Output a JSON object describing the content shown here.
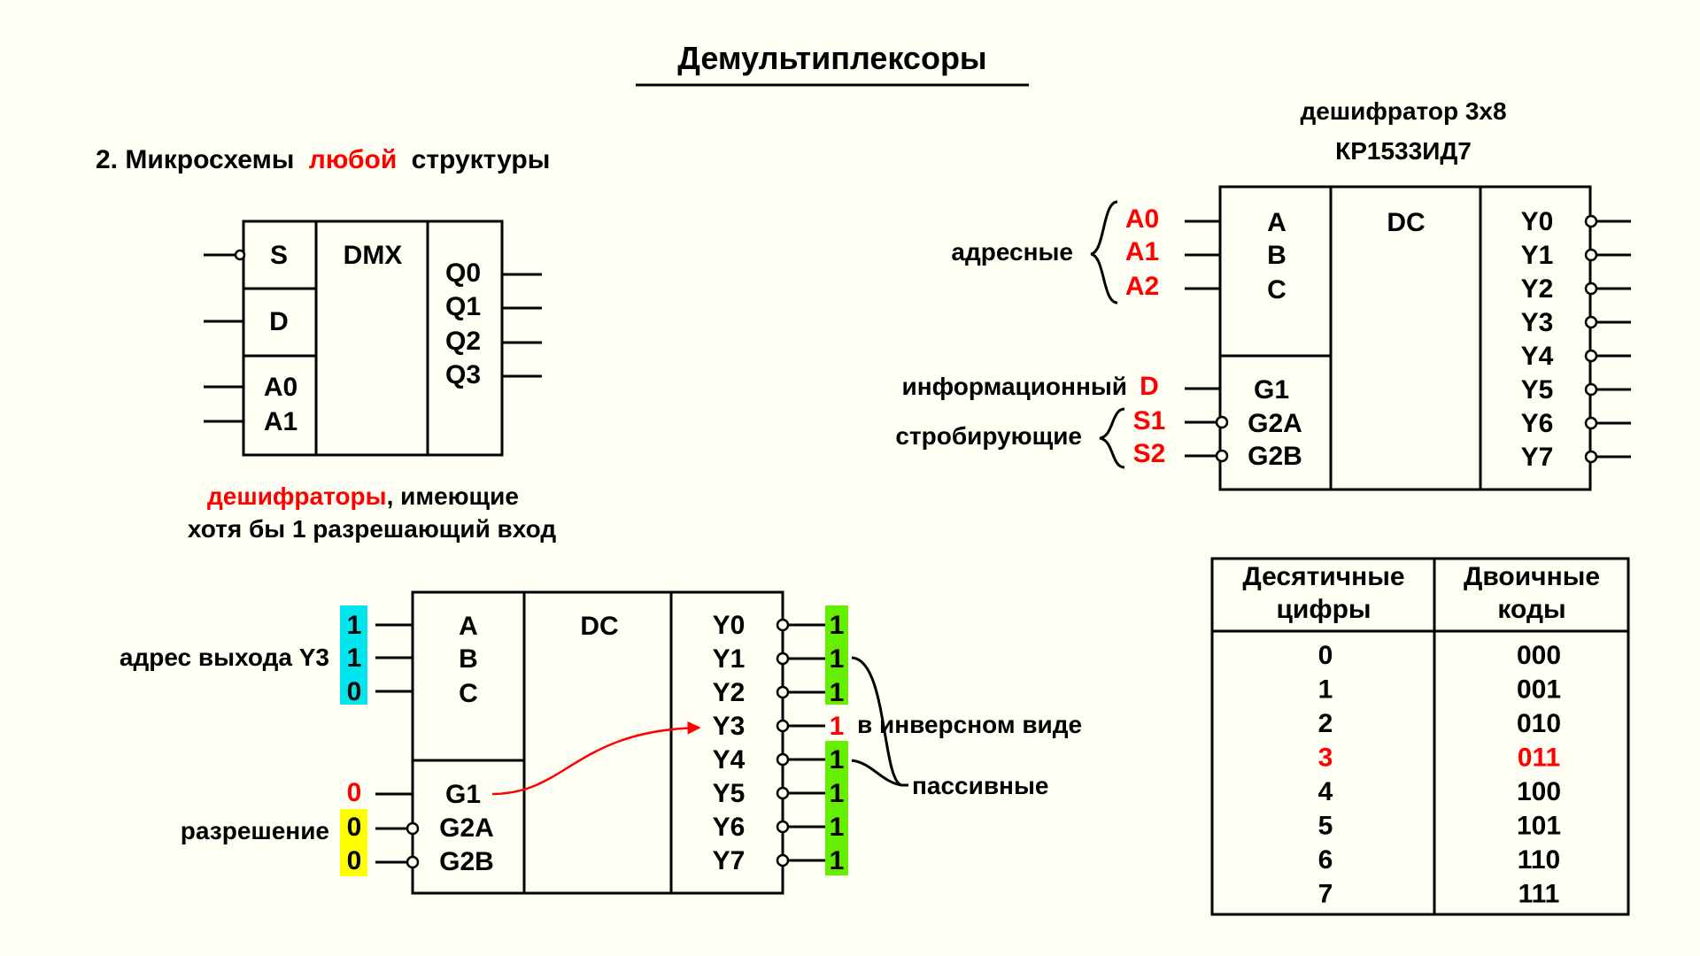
{
  "title": "Демультиплексоры",
  "section": {
    "prefix": "2. Микросхемы",
    "highlight": "любой",
    "suffix": "структуры"
  },
  "dmx": {
    "inputs": [
      "S",
      "D",
      "A0",
      "A1"
    ],
    "label": "DMX",
    "outputs": [
      "Q0",
      "Q1",
      "Q2",
      "Q3"
    ]
  },
  "note": {
    "highlight": "дешифраторы",
    "line1_rest": ",  имеющие",
    "line2": "хотя бы 1 разрешающий вход"
  },
  "chip": {
    "caption1": "дешифратор 3х8",
    "caption2": "КР1533ИД7",
    "label": "DC",
    "addr_pins": [
      "A",
      "B",
      "C"
    ],
    "enable_pins": [
      "G1",
      "G2A",
      "G2B"
    ],
    "outputs": [
      "Y0",
      "Y1",
      "Y2",
      "Y3",
      "Y4",
      "Y5",
      "Y6",
      "Y7"
    ],
    "addr_signals": [
      "A0",
      "A1",
      "A2"
    ],
    "addr_group_label": "адресные",
    "info_label": "информационный",
    "info_signal": "D",
    "strobe_label": "стробирующие",
    "strobe_signals": [
      "S1",
      "S2"
    ]
  },
  "example": {
    "label": "DC",
    "addr_pins": [
      "A",
      "B",
      "C"
    ],
    "enable_pins": [
      "G1",
      "G2A",
      "G2B"
    ],
    "outputs": [
      "Y0",
      "Y1",
      "Y2",
      "Y3",
      "Y4",
      "Y5",
      "Y6",
      "Y7"
    ],
    "addr_values": [
      "1",
      "1",
      "0"
    ],
    "addr_label": "адрес выхода Y3",
    "enable_values": [
      "0",
      "0",
      "0"
    ],
    "enable_label": "разрешение",
    "output_values": [
      "1",
      "1",
      "1",
      "1",
      "1",
      "1",
      "1",
      "1"
    ],
    "active_note": "в инверсном виде",
    "passive_note": "пассивные",
    "colors": {
      "addr_bg": "#00e5ee",
      "enable_bg": "#ffff00",
      "output_bg": "#66ee00",
      "accent": "#ff0000"
    }
  },
  "table": {
    "headers": [
      [
        "Десятичные",
        "цифры"
      ],
      [
        "Двоичные",
        "коды"
      ]
    ],
    "rows": [
      [
        "0",
        "000"
      ],
      [
        "1",
        "001"
      ],
      [
        "2",
        "010"
      ],
      [
        "3",
        "011"
      ],
      [
        "4",
        "100"
      ],
      [
        "5",
        "101"
      ],
      [
        "6",
        "110"
      ],
      [
        "7",
        "111"
      ]
    ],
    "highlight_row": 3
  }
}
